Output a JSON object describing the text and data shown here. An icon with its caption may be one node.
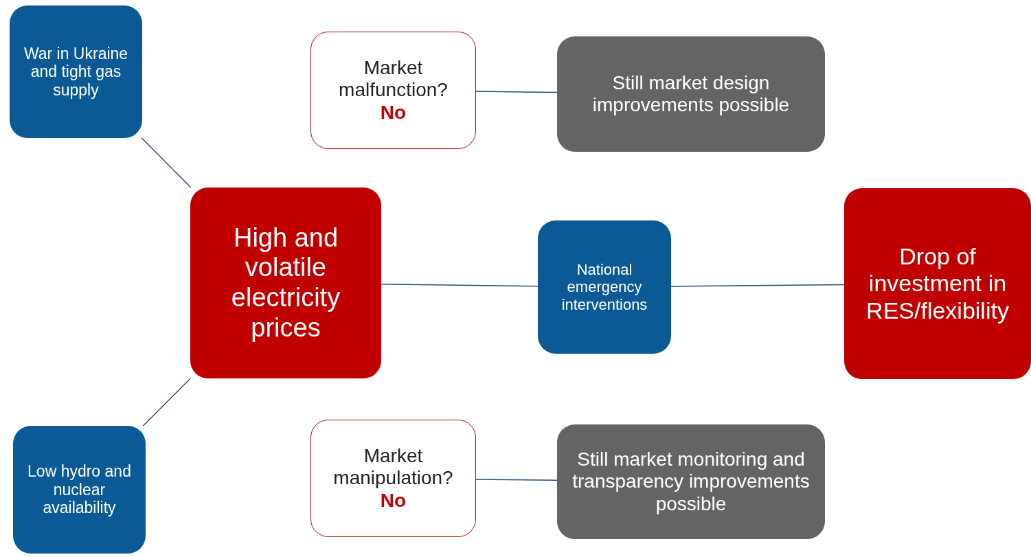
{
  "diagram": {
    "nodes": [
      {
        "text": [
          "War in Ukraine and tight gas supply"
        ]
      },
      {
        "text": [
          "Market malfunction?",
          "No"
        ]
      },
      {
        "text": [
          "Still market design improvements possible"
        ]
      },
      {
        "text": [
          "High and volatile electricity prices"
        ]
      },
      {
        "text": [
          "National emergency interventions"
        ]
      },
      {
        "text": [
          "Drop of investment in RES/flexibility"
        ]
      },
      {
        "text": [
          "Low hydro and nuclear availability"
        ]
      },
      {
        "text": [
          "Market manipulation?",
          "No"
        ]
      },
      {
        "text": [
          "Still market monitoring and transparency improvements possible"
        ]
      }
    ],
    "edges": [
      {
        "from": 0,
        "to": 3,
        "arrow": "none"
      },
      {
        "from": 6,
        "to": 3,
        "arrow": "none"
      },
      {
        "from": 1,
        "to": 2,
        "arrow": "none"
      },
      {
        "from": 3,
        "to": 4,
        "arrow": "none"
      },
      {
        "from": 4,
        "to": 5,
        "arrow": "none"
      },
      {
        "from": 7,
        "to": 8,
        "arrow": "none"
      }
    ]
  }
}
